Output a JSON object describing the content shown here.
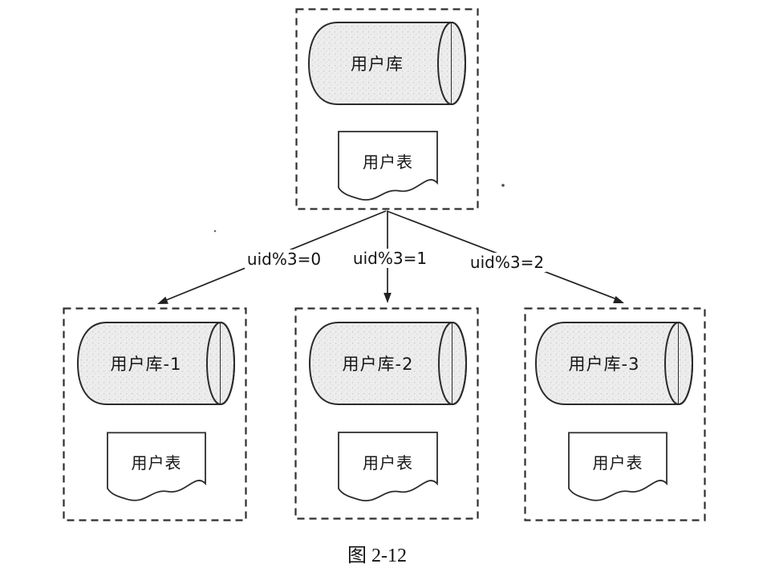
{
  "figure": {
    "caption": "图 2-12",
    "root": {
      "database": "用户库",
      "table": "用户表"
    },
    "edges": [
      {
        "label": "uid%3=0"
      },
      {
        "label": "uid%3=1"
      },
      {
        "label": "uid%3=2"
      }
    ],
    "shards": [
      {
        "database": "用户库-1",
        "table": "用户表"
      },
      {
        "database": "用户库-2",
        "table": "用户表"
      },
      {
        "database": "用户库-3",
        "table": "用户表"
      }
    ],
    "colors": {
      "stroke": "#2b2b2b",
      "cylinder_fill": "#ececec",
      "background": "#ffffff"
    }
  }
}
